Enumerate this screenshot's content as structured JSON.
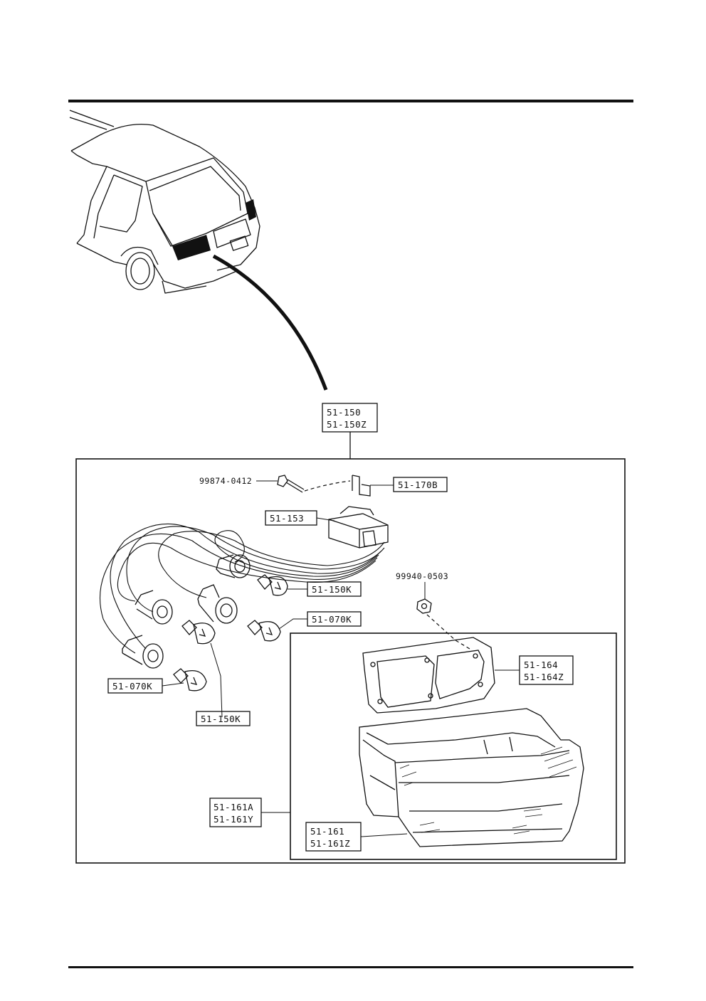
{
  "assembly": {
    "line1": "51-150",
    "line2": "51-150Z"
  },
  "parts": {
    "bolt": "99874-0412",
    "bracket": "51-170B",
    "socket_harness": "51-153",
    "nut": "99940-0503",
    "bulb_upper": "51-150K",
    "bulb_mid": "51-070K",
    "bulb_left": "51-070K",
    "bulb_lower": "51-150K",
    "gasket": {
      "line1": "51-164",
      "line2": "51-164Z"
    },
    "lens_outer": {
      "line1": "51-161A",
      "line2": "51-161Y"
    },
    "lens_inner": {
      "line1": "51-161",
      "line2": "51-161Z"
    }
  },
  "colors": {
    "ink": "#111111",
    "paper": "#ffffff"
  }
}
